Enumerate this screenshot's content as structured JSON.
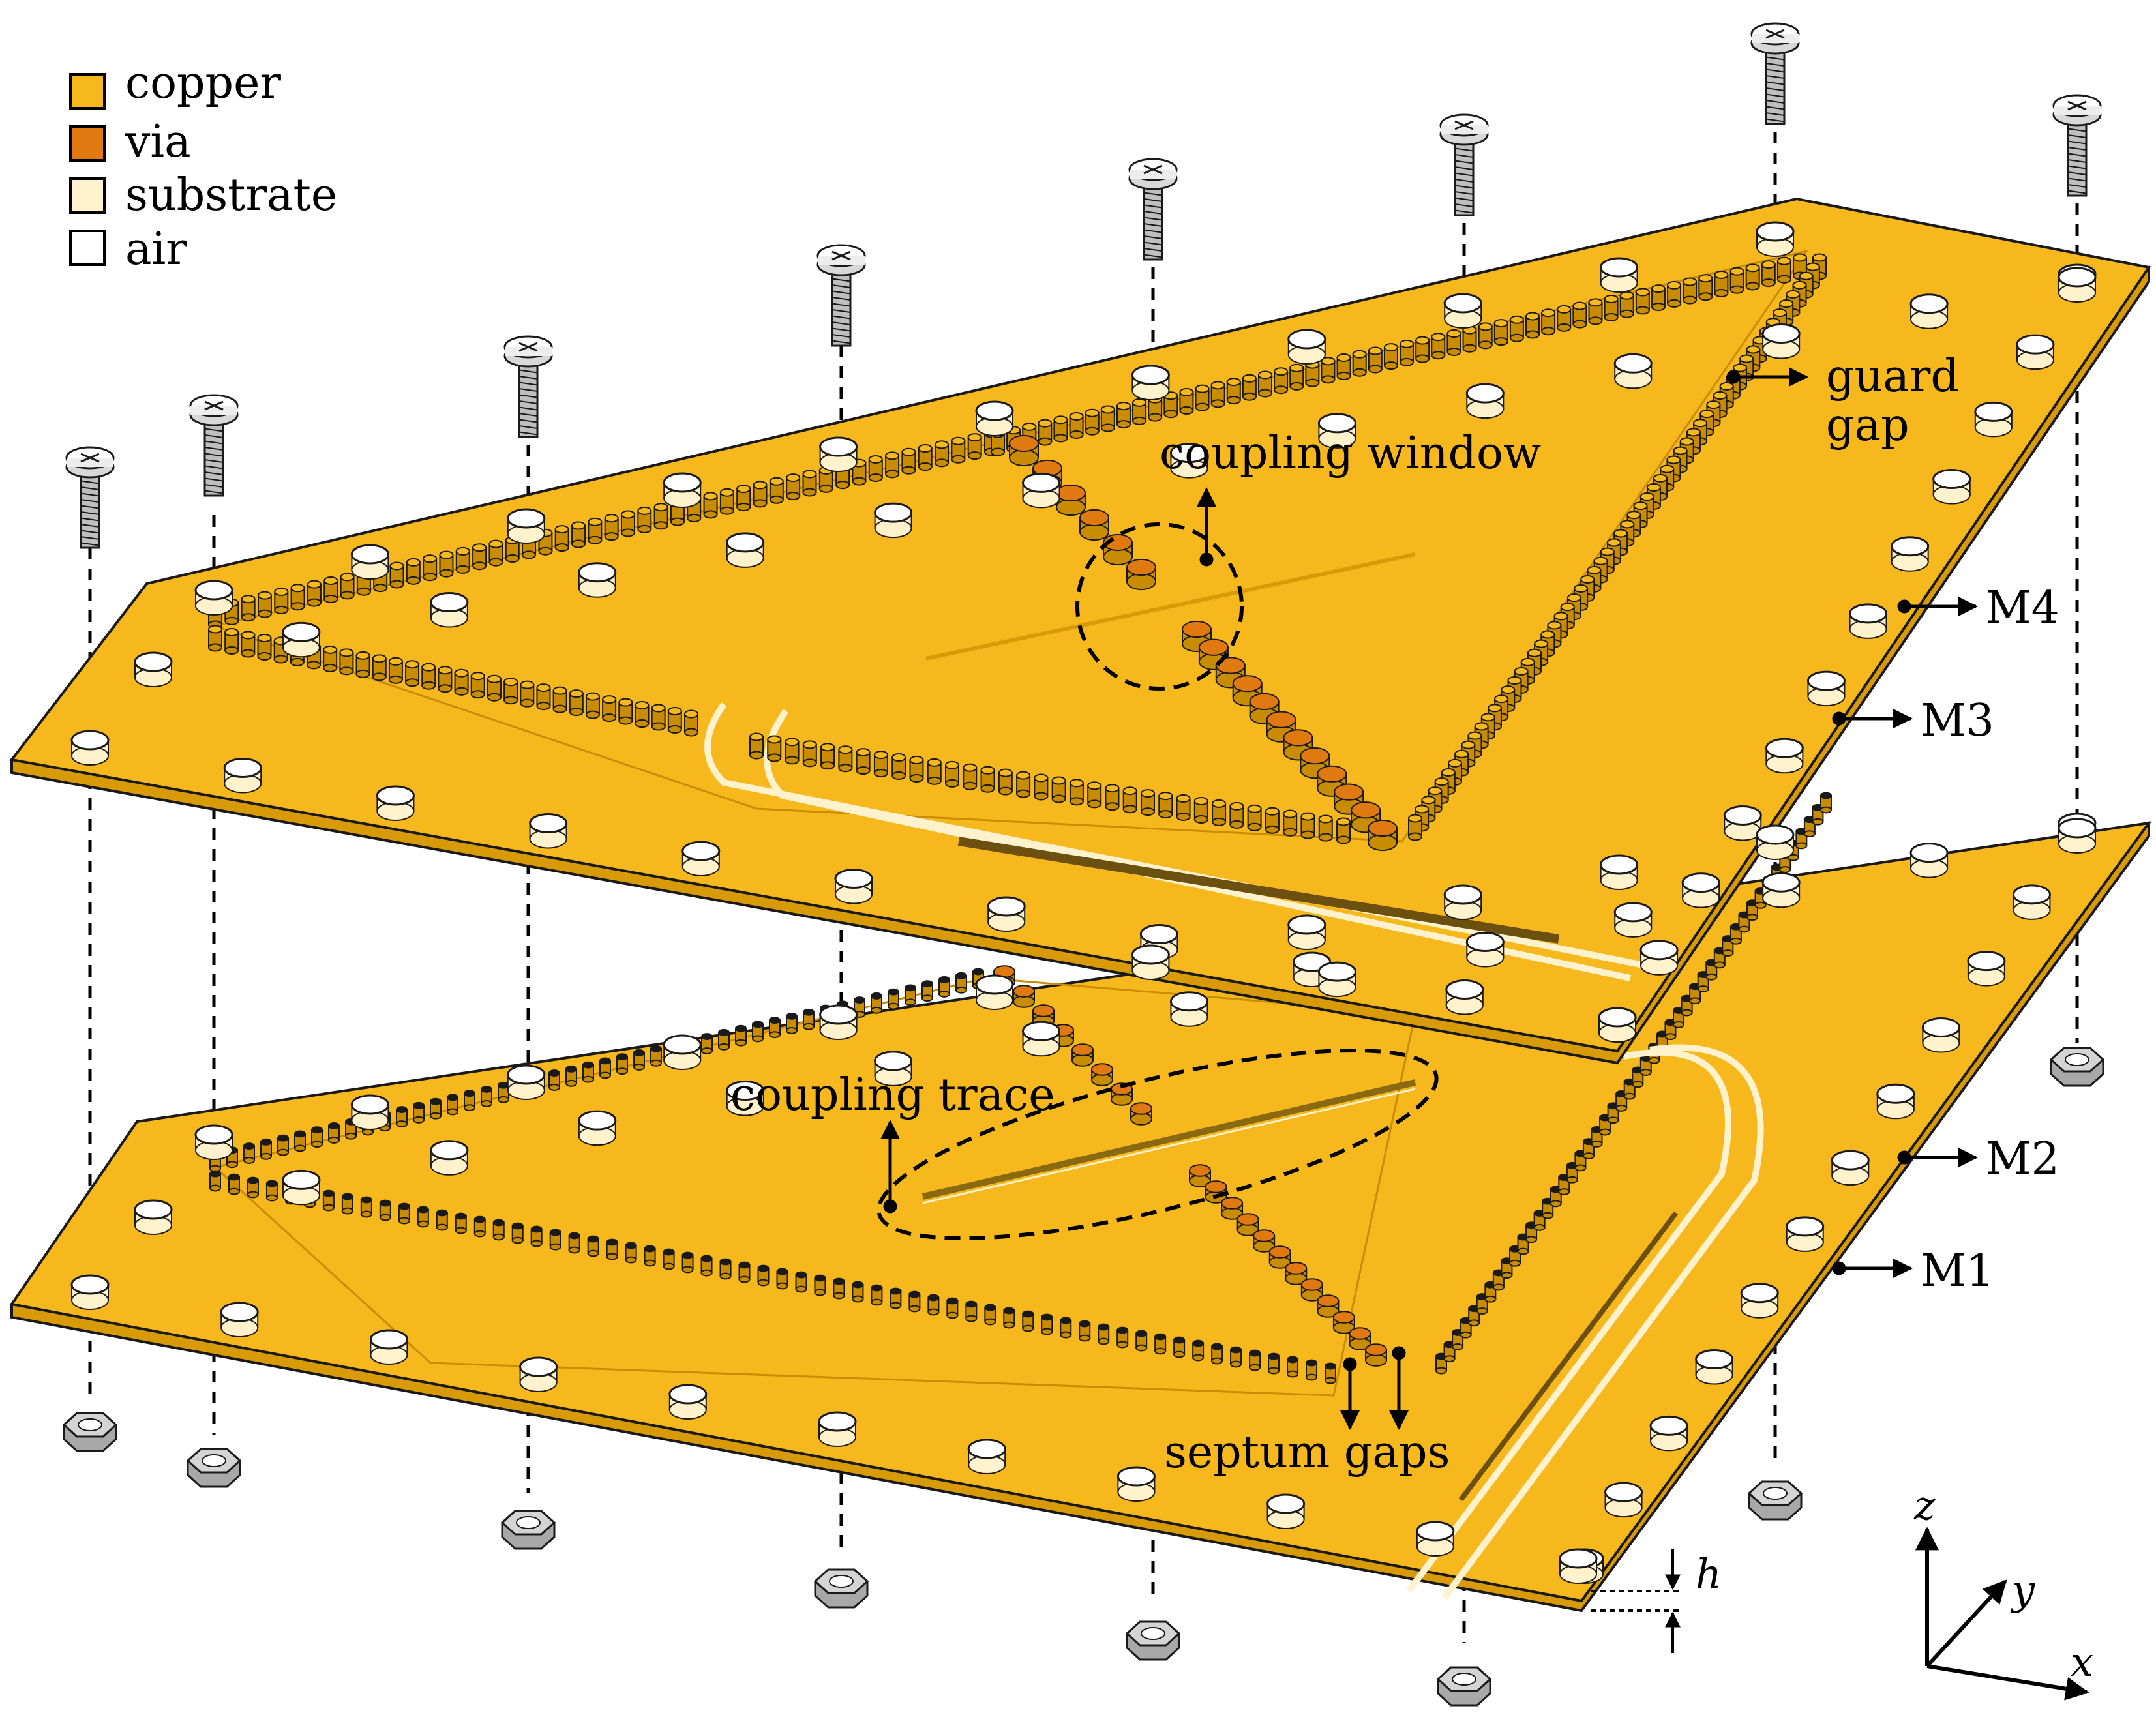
{
  "legend": [
    {
      "label": "copper",
      "color": "#f7b81e"
    },
    {
      "label": "via",
      "color": "#e07a10"
    },
    {
      "label": "substrate",
      "color": "#fff2cc"
    },
    {
      "label": "air",
      "color": "#ffffff"
    }
  ],
  "annotations": {
    "coupling_window": "coupling window",
    "guard_gap_1": "guard",
    "guard_gap_2": "gap",
    "coupling_trace": "coupling trace",
    "septum_gaps": "septum gaps"
  },
  "layers": {
    "m4": "M4",
    "m3": "M3",
    "m2": "M2",
    "m1": "M1"
  },
  "dimension": {
    "thickness": "h"
  },
  "axes": {
    "z": "z",
    "y": "y",
    "x": "x"
  },
  "colors": {
    "copper": "#f7b81e",
    "copper_dark": "#c98c00",
    "via": "#e07a10",
    "substrate": "#fff2cc",
    "outline": "#1a1a1a"
  }
}
